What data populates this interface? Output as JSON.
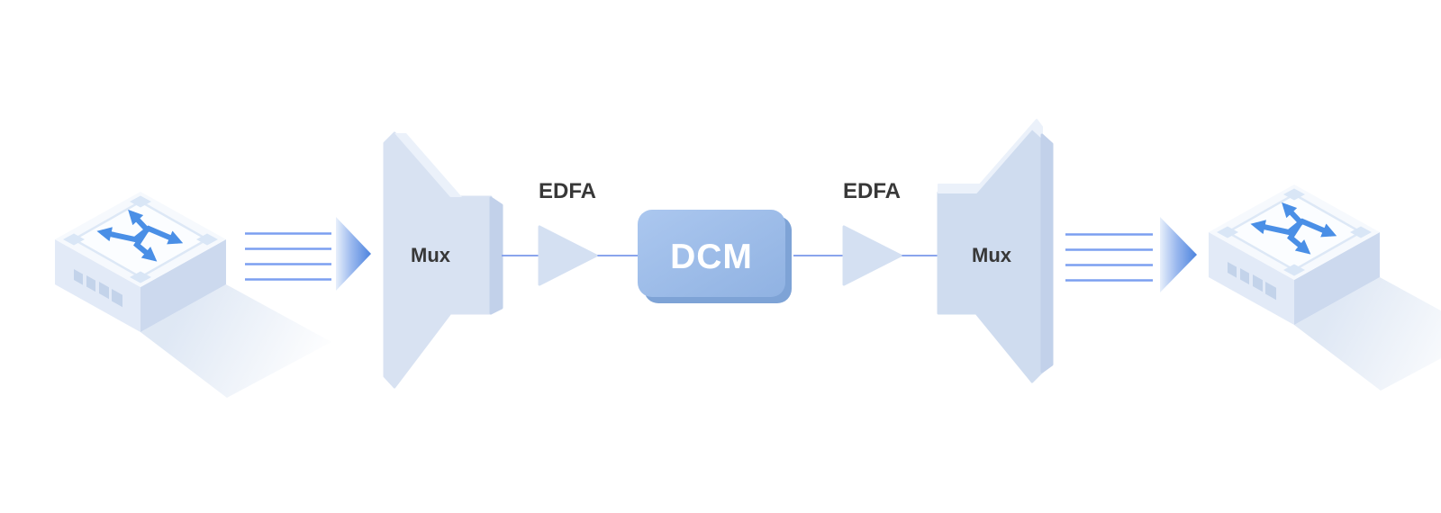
{
  "diagram": {
    "kind": "optical-transmission-link",
    "flow_direction": "left-to-right",
    "labels": {
      "mux_left": "Mux",
      "edfa_left": "EDFA",
      "dcm": "DCM",
      "edfa_right": "EDFA",
      "mux_right": "Mux"
    },
    "channels": {
      "left_line_count": 4,
      "right_line_count": 4
    },
    "icons": {
      "switch_left": "crossconnect-arrows-icon",
      "switch_right": "crossconnect-arrows-icon",
      "edfa_left": "amplifier-triangle-icon",
      "edfa_right": "amplifier-triangle-icon",
      "flow_arrow_left": "right-arrowhead-icon",
      "flow_arrow_right": "right-arrowhead-icon"
    },
    "colors": {
      "background": "#ffffff",
      "label_text": "#383838",
      "dcm_text": "#ffffff",
      "dcm_fill_light": "#abc7ef",
      "dcm_fill_dark": "#90b2e2",
      "dcm_edge": "#7ea3d6",
      "mux_fill_left": "#d8e2f2",
      "mux_fill_right": "#cfdcef",
      "mux_side": "#c2d1ea",
      "mux_highlight": "#ebf1fa",
      "edfa_fill": "#d4e0f2",
      "channel_line": "#7c9ff0",
      "connector_line": "#8aa4ec",
      "arrow_gradient_start": "#e8f0fb",
      "arrow_gradient_end": "#4c83de",
      "switch_icon_blue": "#4a8fe6",
      "switch_top_face": "#f6f9fd",
      "switch_left_face": "#e2eaf7",
      "switch_right_face": "#ccd9ee"
    }
  }
}
